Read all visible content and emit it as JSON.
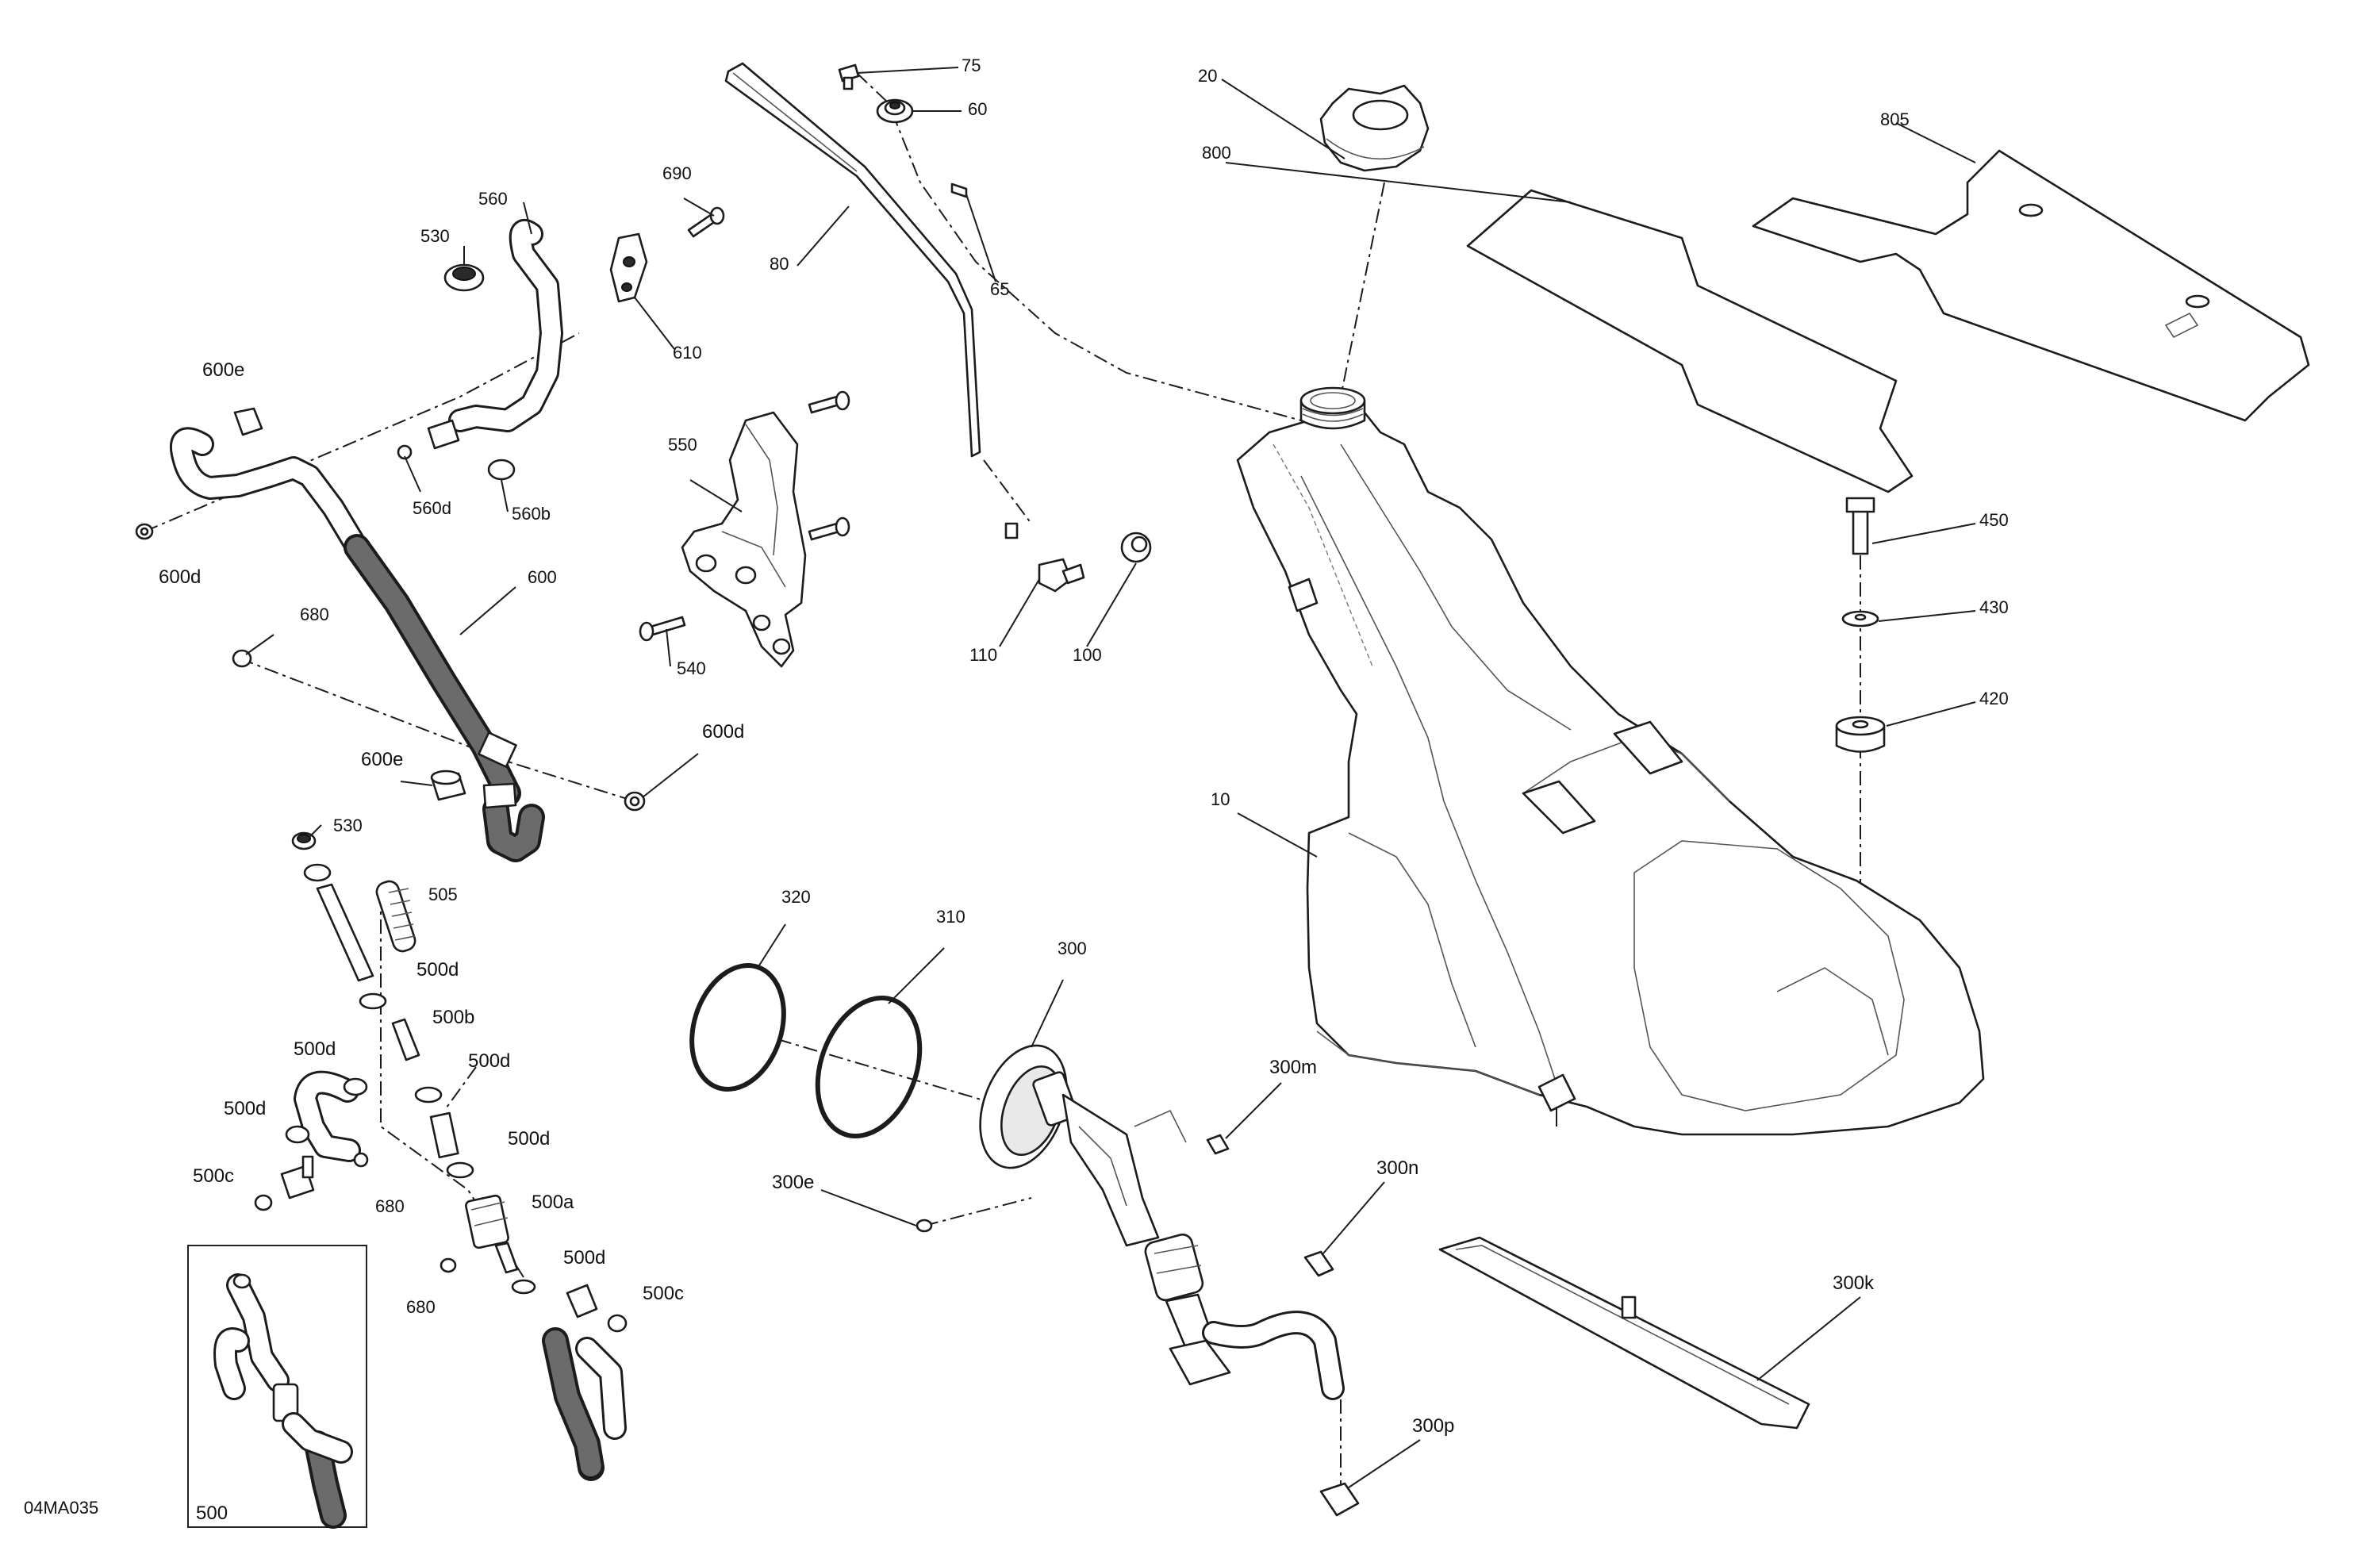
{
  "diagram_code": "04MA035",
  "labels": {
    "l10": "10",
    "l20": "20",
    "l60": "60",
    "l65": "65",
    "l75": "75",
    "l80": "80",
    "l100": "100",
    "l110": "110",
    "l300": "300",
    "l300e": "300e",
    "l300k": "300k",
    "l300m": "300m",
    "l300n": "300n",
    "l300p": "300p",
    "l310": "310",
    "l320": "320",
    "l420": "420",
    "l430": "430",
    "l450": "450",
    "l500": "500",
    "l500a": "500a",
    "l500b": "500b",
    "l500c_left": "500c",
    "l500c_right": "500c",
    "l500d_a": "500d",
    "l500d_b": "500d",
    "l500d_c": "500d",
    "l500d_d": "500d",
    "l500d_e": "500d",
    "l500d_f": "500d",
    "l505": "505",
    "l530_top": "530",
    "l530_bottom": "530",
    "l540": "540",
    "l550": "550",
    "l560": "560",
    "l560b": "560b",
    "l560d": "560d",
    "l600": "600",
    "l600d_left": "600d",
    "l600d_right": "600d",
    "l600e_top": "600e",
    "l600e_bottom": "600e",
    "l610": "610",
    "l680_top": "680",
    "l680_mid": "680",
    "l680_bottom": "680",
    "l690": "690",
    "l800": "800",
    "l805": "805"
  },
  "colors": {
    "line": "#1c1c1c",
    "paper": "#ffffff",
    "shade": "#e9e9e9"
  }
}
